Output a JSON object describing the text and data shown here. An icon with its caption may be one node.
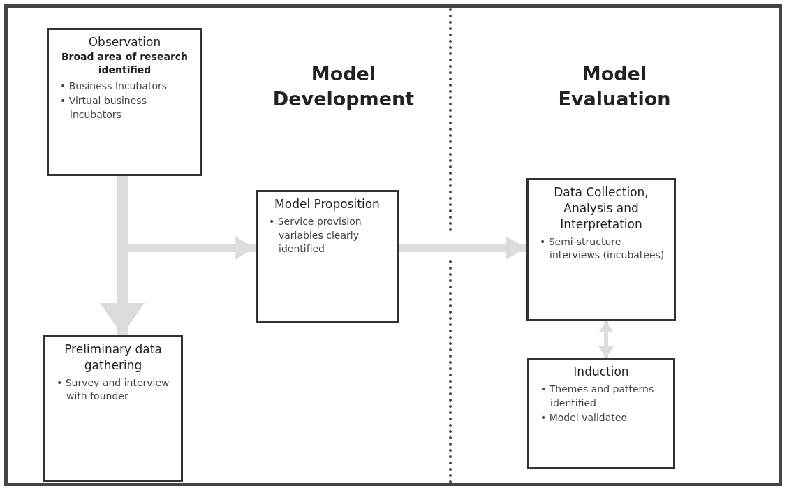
{
  "diagram": {
    "nodes": [
      {
        "text": [
          "Observation",
          "Broad area of research identified",
          "• Business Incubators",
          "• Virtual business incubators"
        ]
      },
      {
        "text": [
          "Model Proposition",
          "• Service provision variables clearly identified"
        ]
      },
      {
        "text": [
          "Preliminary data gathering",
          "• Survey and interview with founder"
        ]
      },
      {
        "text": [
          "Data Collection, Analysis and Interpretation",
          "• Semi-structure interviews (incubatees)"
        ]
      },
      {
        "text": [
          "Induction",
          "• Themes and patterns identified",
          "• Model validated"
        ]
      }
    ],
    "edges": [
      {
        "from": 0,
        "to": 2,
        "arrow": "to"
      },
      {
        "from": 0,
        "to": 1,
        "arrow": "to"
      },
      {
        "from": 1,
        "to": 3,
        "arrow": "to"
      },
      {
        "from": 3,
        "to": 4,
        "arrow": "both"
      }
    ],
    "labels": [
      "Model Development",
      "Model Evaluation"
    ]
  }
}
